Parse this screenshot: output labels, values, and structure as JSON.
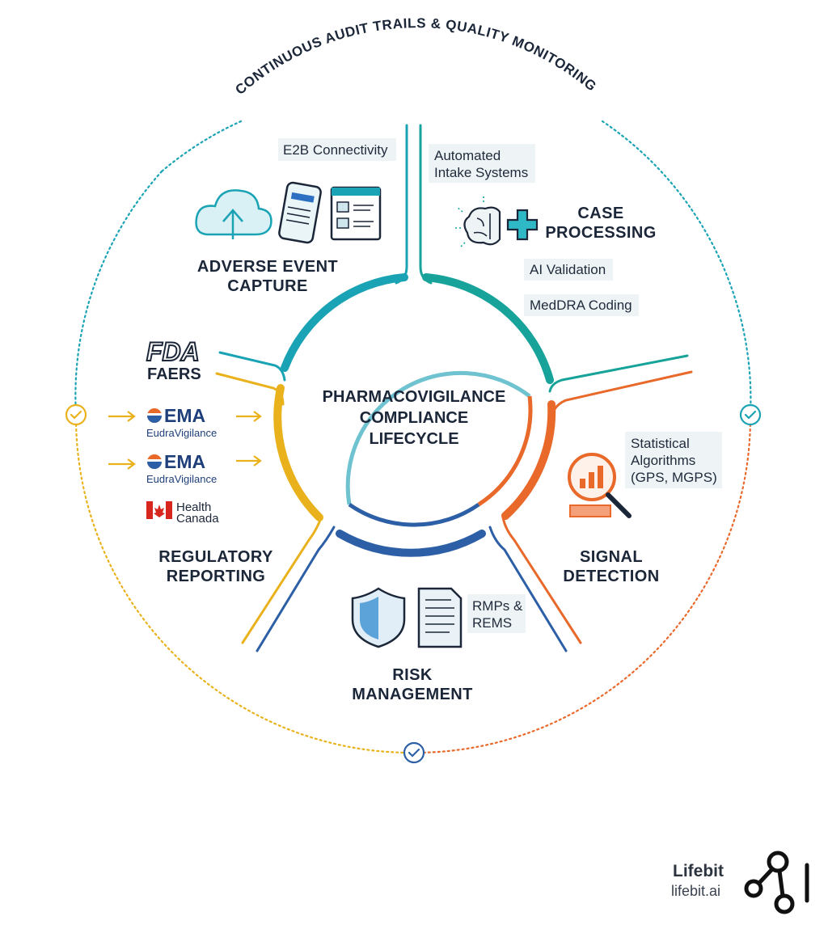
{
  "diagram": {
    "outer_ring_label": "CONTINUOUS AUDIT TRAILS & QUALITY MONITORING",
    "center_title": [
      "PHARMACOVIGILANCE",
      "COMPLIANCE",
      "LIFECYCLE"
    ],
    "phases": {
      "adverse_event_capture": {
        "title": [
          "ADVERSE EVENT",
          "CAPTURE"
        ],
        "tags": [
          "E2B Connectivity"
        ],
        "color": "#1aa3b5",
        "icons": [
          "cloud-upload-icon",
          "mobile-phone-icon",
          "browser-window-icon"
        ]
      },
      "case_processing": {
        "title": [
          "CASE",
          "PROCESSING"
        ],
        "tags": [
          "Automated",
          "Intake Systems",
          "AI Validation",
          "MedDRA Coding"
        ],
        "color": "#17a39a",
        "icons": [
          "ai-brain-icon",
          "medical-cross-icon"
        ]
      },
      "signal_detection": {
        "title": [
          "SIGNAL",
          "DETECTION"
        ],
        "tags": [
          "Statistical",
          "Algorithms",
          "(GPS, MGPS)"
        ],
        "color": "#e8692a",
        "icons": [
          "magnifier-chart-icon"
        ]
      },
      "risk_management": {
        "title": [
          "RISK",
          "MANAGEMENT"
        ],
        "tags": [
          "RMPs &",
          "REMS"
        ],
        "color": "#2d5fa6",
        "icons": [
          "shield-icon",
          "document-icon"
        ]
      },
      "regulatory_reporting": {
        "title": [
          "REGULATORY",
          "REPORTING"
        ],
        "color": "#e9b21c",
        "regulators": {
          "fda": {
            "logo": "FDA",
            "name": "FAERS"
          },
          "ema_1": {
            "logo": "EMA",
            "name": "EudraVigilance"
          },
          "ema_2": {
            "logo": "EMA",
            "name": "EudraVigilance"
          },
          "health_canada": {
            "name": [
              "Health",
              "Canada"
            ]
          }
        }
      }
    },
    "colors": {
      "teal": "#1aa3b5",
      "orange": "#e8692a",
      "blue": "#2d5fa6",
      "yellow": "#e9b21c"
    }
  },
  "brand": {
    "name": "Lifebit",
    "url": "lifebit.ai"
  }
}
